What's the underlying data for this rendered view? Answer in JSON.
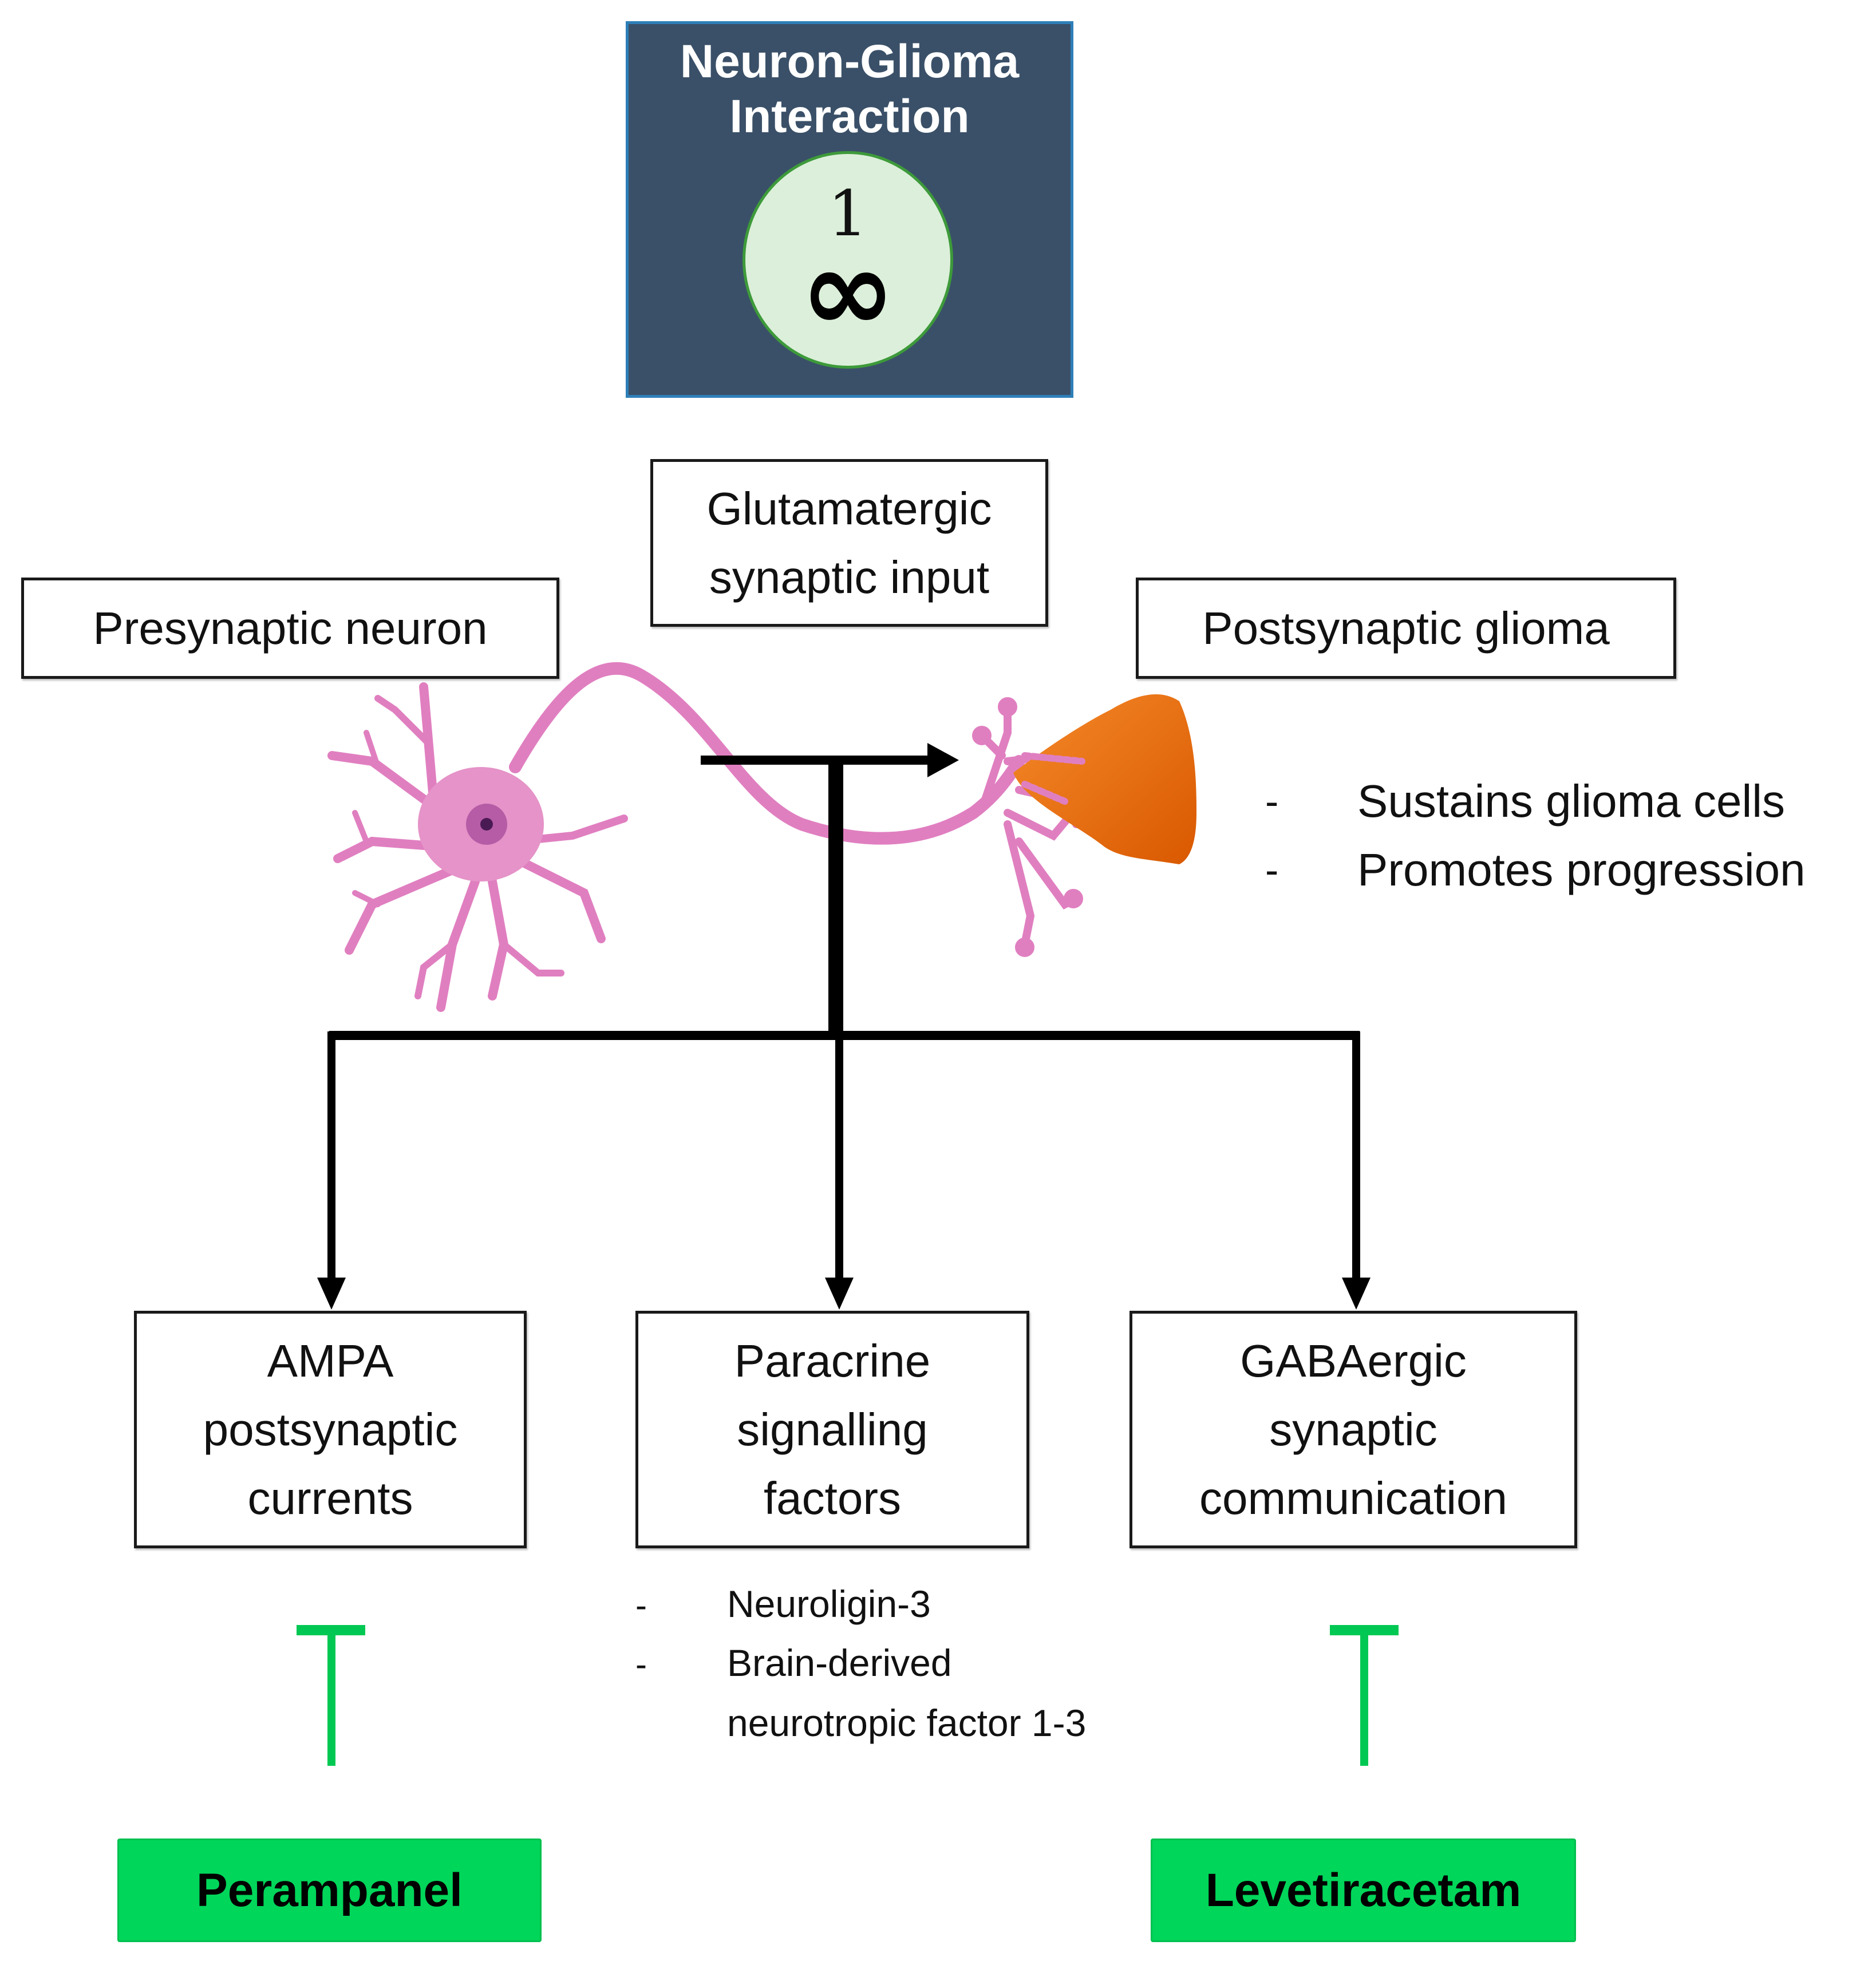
{
  "title_box": {
    "title": "Neuron-Glioma\nInteraction",
    "title_line1": "Neuron-Glioma",
    "title_line2": "Interaction",
    "badge_number": "1",
    "badge_symbol": "∞"
  },
  "labels": {
    "presynaptic": "Presynaptic neuron",
    "glutamatergic_line1": "Glutamatergic",
    "glutamatergic_line2": "synaptic input",
    "postsynaptic": "Postsynaptic glioma"
  },
  "glioma_effects": [
    {
      "dash": "-",
      "text": "Sustains glioma cells"
    },
    {
      "dash": "-",
      "text": "Promotes progression"
    }
  ],
  "mechanisms": [
    {
      "lines": [
        "AMPA",
        "postsynaptic",
        "currents"
      ]
    },
    {
      "lines": [
        "Paracrine",
        "signalling",
        "factors"
      ]
    },
    {
      "lines": [
        "GABAergic",
        "synaptic",
        "communication"
      ]
    }
  ],
  "paracrine_factors": [
    {
      "dash": "-",
      "text": "Neuroligin-3"
    },
    {
      "dash": "-",
      "text": "Brain-derived"
    },
    {
      "dash": "",
      "text": "neurotropic factor 1-3"
    }
  ],
  "drugs": {
    "left": "Perampanel",
    "right": "Levetiracetam"
  },
  "colors": {
    "title_bg": "#3a5068",
    "badge_bg": "#dcefda",
    "neuron": "#e07fc0",
    "glioma": "#e8650a",
    "inhibition": "#00c853",
    "drug_bg": "#00d65a"
  }
}
